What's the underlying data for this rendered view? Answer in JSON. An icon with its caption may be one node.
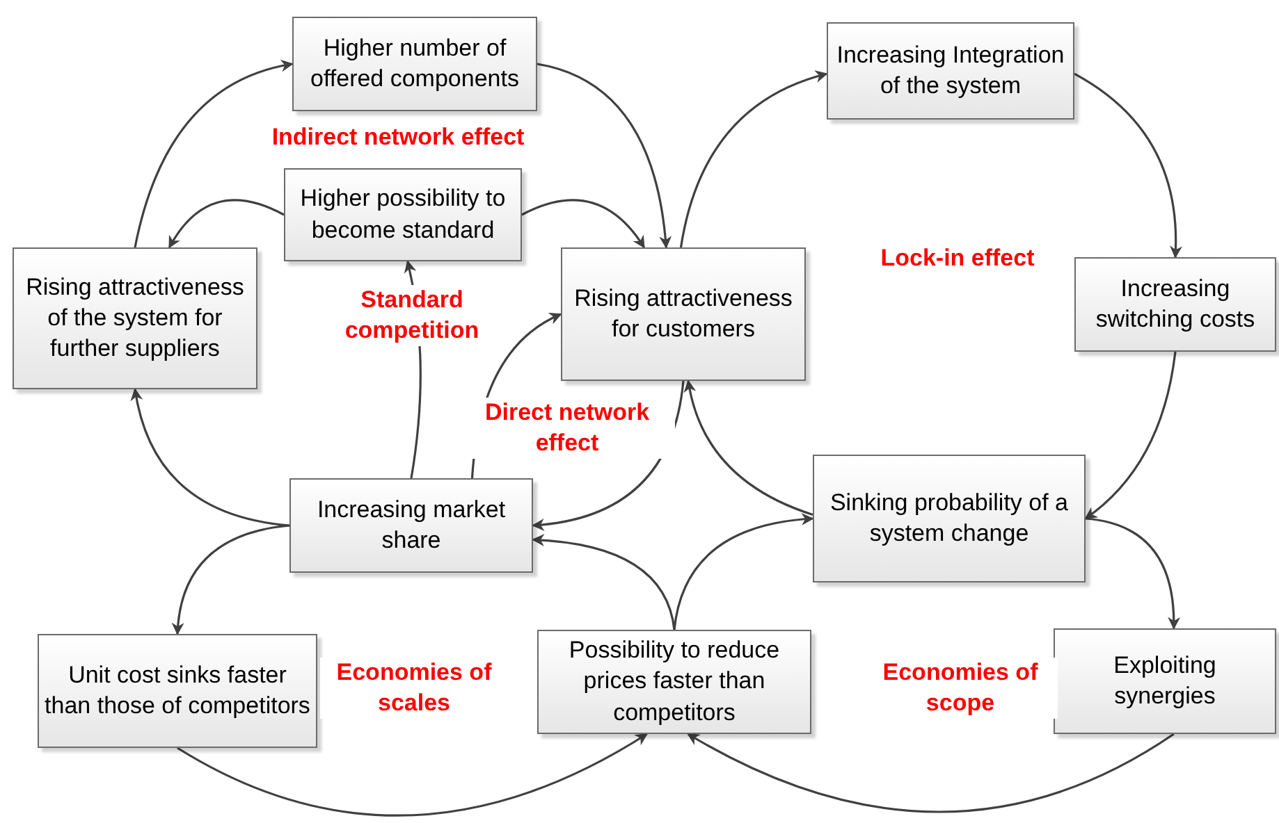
{
  "diagram": {
    "nodes": [
      {
        "text": [
          "Higher number of offered components"
        ]
      },
      {
        "text": [
          "Increasing Integration of the system"
        ]
      },
      {
        "text": [
          "Higher possibility to become standard"
        ]
      },
      {
        "text": [
          "Rising attractiveness of the system for further suppliers"
        ]
      },
      {
        "text": [
          "Rising attractiveness for customers"
        ]
      },
      {
        "text": [
          "Increasing switching costs"
        ]
      },
      {
        "text": [
          "Increasing market share"
        ]
      },
      {
        "text": [
          "Sinking probability of a system change"
        ]
      },
      {
        "text": [
          "Unit cost sinks faster than those of competitors"
        ]
      },
      {
        "text": [
          "Possibility to reduce prices faster than competitors"
        ]
      },
      {
        "text": [
          "Exploiting synergies"
        ]
      }
    ],
    "edges": [
      {
        "from": 3,
        "to": 0,
        "arrow": "to"
      },
      {
        "from": 0,
        "to": 4,
        "arrow": "to"
      },
      {
        "from": 2,
        "to": 3,
        "arrow": "to"
      },
      {
        "from": 2,
        "to": 4,
        "arrow": "to"
      },
      {
        "from": 6,
        "to": 2,
        "arrow": "to"
      },
      {
        "from": 6,
        "to": 4,
        "arrow": "to"
      },
      {
        "from": 4,
        "to": 1,
        "arrow": "to"
      },
      {
        "from": 1,
        "to": 5,
        "arrow": "to"
      },
      {
        "from": 5,
        "to": 7,
        "arrow": "to"
      },
      {
        "from": 6,
        "to": 3,
        "arrow": "to"
      },
      {
        "from": 6,
        "to": 8,
        "arrow": "to"
      },
      {
        "from": 4,
        "to": 6,
        "arrow": "to"
      },
      {
        "from": 7,
        "to": 4,
        "arrow": "to"
      },
      {
        "from": 9,
        "to": 6,
        "arrow": "to"
      },
      {
        "from": 9,
        "to": 7,
        "arrow": "to"
      },
      {
        "from": 7,
        "to": 10,
        "arrow": "to"
      },
      {
        "from": 8,
        "to": 9,
        "arrow": "to"
      },
      {
        "from": 10,
        "to": 9,
        "arrow": "to"
      }
    ],
    "labels": [
      "Indirect network effect",
      "Standard competition",
      "Direct network effect",
      "Lock-in effect",
      "Economies of scales",
      "Economies of scope"
    ]
  }
}
